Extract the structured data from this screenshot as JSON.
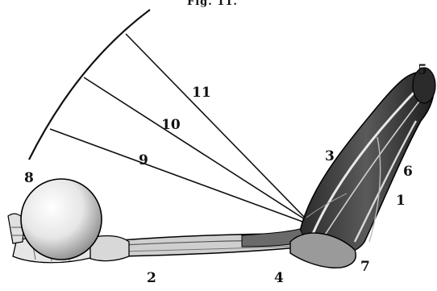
{
  "figure": {
    "title": "Fig. 11.",
    "labels": {
      "l1": "1",
      "l2": "2",
      "l3": "3",
      "l4": "4",
      "l5": "5",
      "l6": "6",
      "l7": "7",
      "l8": "8",
      "l9": "9",
      "l10": "10",
      "l11": "11"
    }
  }
}
